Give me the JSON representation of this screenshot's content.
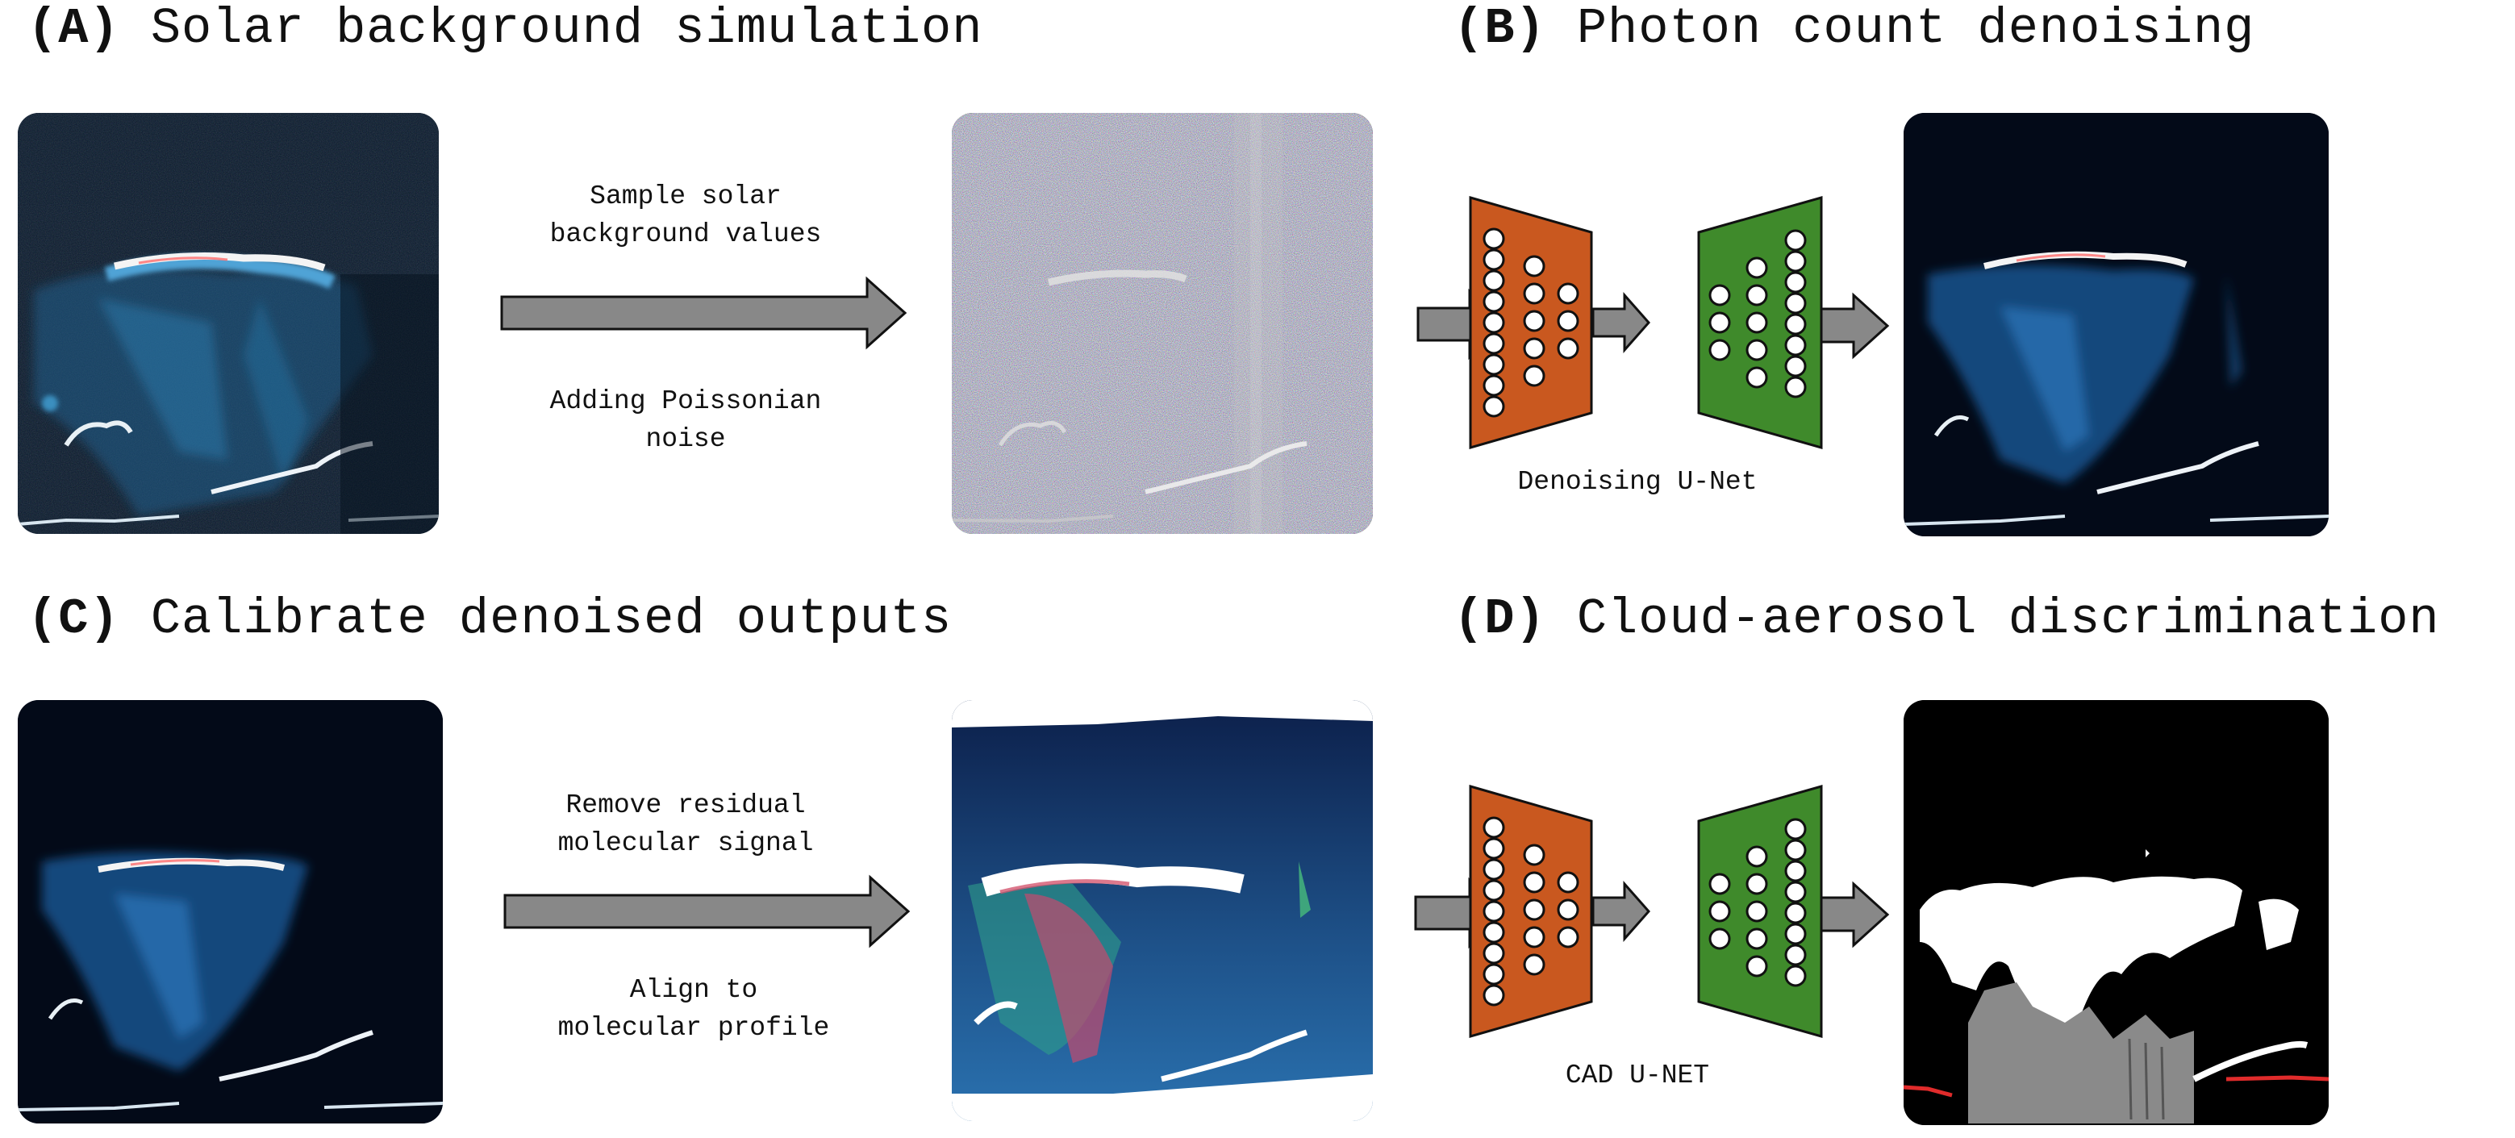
{
  "panels": {
    "a": {
      "letter": "(A)",
      "title": "Solar background simulation",
      "arrow_top": "Sample solar\nbackground values",
      "arrow_bottom": "Adding Poissonian\nnoise"
    },
    "b": {
      "letter": "(B)",
      "title": "Photon count denoising",
      "net_label": "Denoising U-Net"
    },
    "c": {
      "letter": "(C)",
      "title": "Calibrate denoised outputs",
      "arrow_top": "Remove residual\nmolecular signal",
      "arrow_bottom": "Align to\nmolecular profile"
    },
    "d": {
      "letter": "(D)",
      "title": "Cloud-aerosol discrimination",
      "net_label": "CAD U-NET"
    }
  },
  "colors": {
    "arrow_fill": "#888888",
    "encoder": "#c9581f",
    "decoder": "#3f8a2b",
    "lidar_bg": "#05101e",
    "calibrated_bg": "#1c4a7a",
    "mask_bg": "#000000"
  }
}
